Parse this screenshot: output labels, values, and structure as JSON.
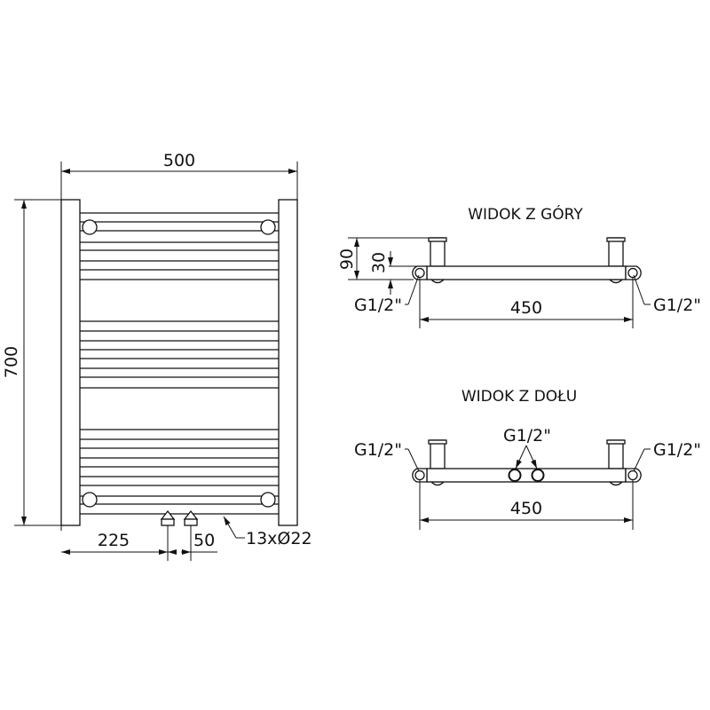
{
  "front_view": {
    "width_dim": "500",
    "height_dim": "700",
    "left_offset_dim": "225",
    "connection_spacing_dim": "50",
    "tubes_label": "13xØ22"
  },
  "top_view": {
    "title": "WIDOK Z GÓRY",
    "depth_dim": "90",
    "offset_dim": "30",
    "left_connection": "G1/2\"",
    "right_connection": "G1/2\"",
    "spacing_dim": "450"
  },
  "bottom_view": {
    "title": "WIDOK Z DOŁU",
    "left_connection": "G1/2\"",
    "center_connection": "G1/2\"",
    "right_connection": "G1/2\"",
    "spacing_dim": "450"
  }
}
